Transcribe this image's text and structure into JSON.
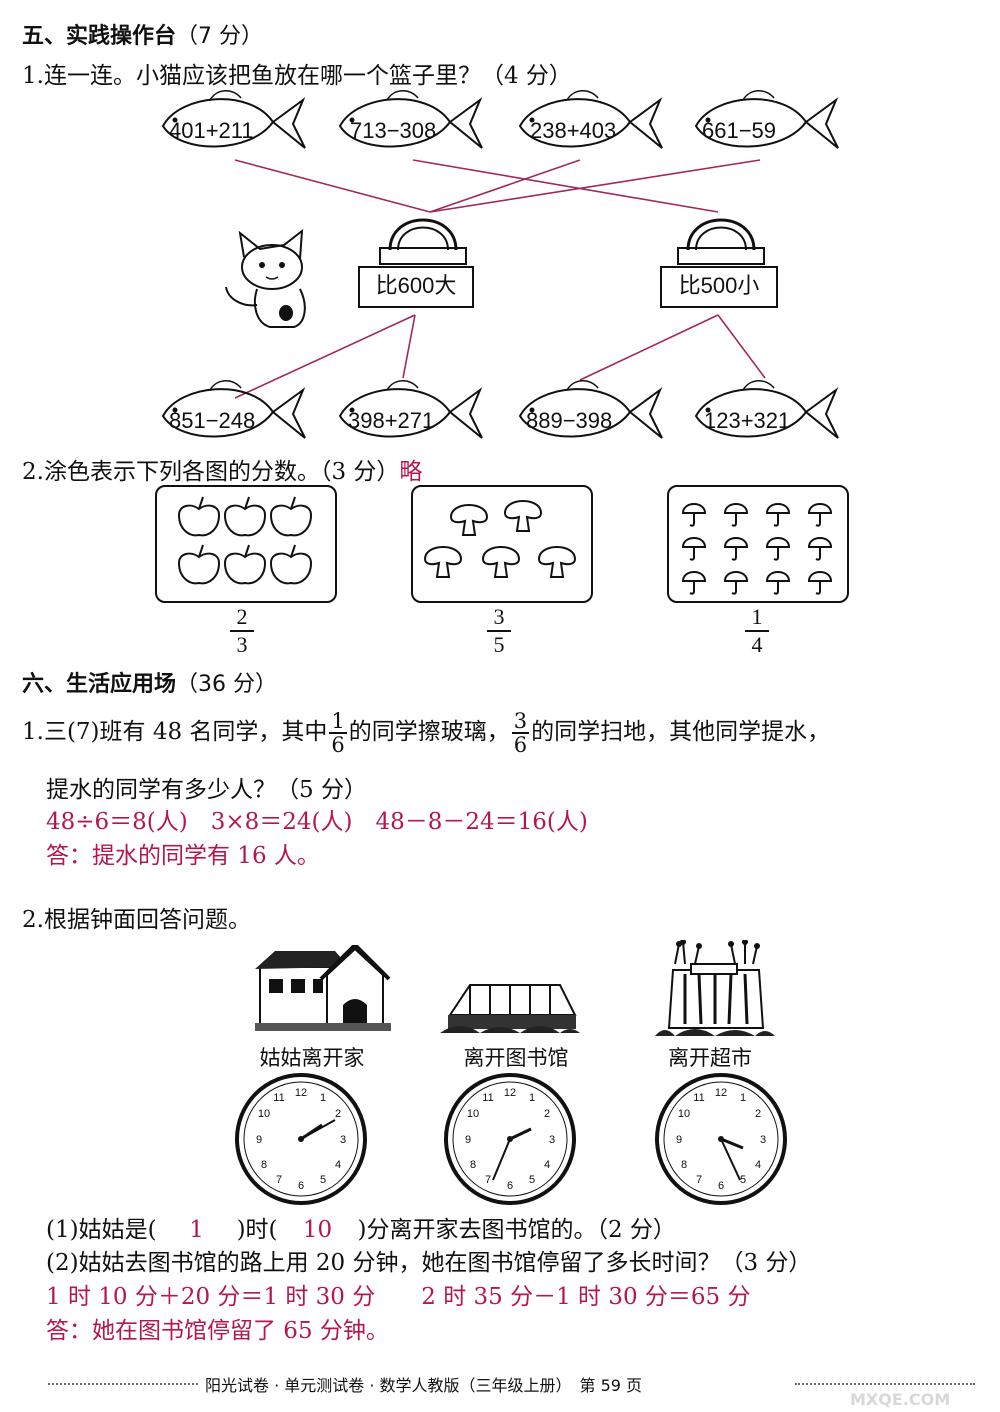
{
  "section5": {
    "title": "五、实践操作台",
    "score": "（7 分）",
    "q1": {
      "text": "1.连一连。小猫应该把鱼放在哪一个篮子里？（4 分）",
      "top_fish": [
        "401+211",
        "713−308",
        "238+403",
        "661−59"
      ],
      "bottom_fish": [
        "851−248",
        "398+271",
        "889−398",
        "123+321"
      ],
      "baskets": [
        "比600大",
        "比500小"
      ]
    },
    "q2": {
      "text": "2.涂色表示下列各图的分数。（3 分）",
      "answer": "略",
      "fractions": [
        {
          "num": "2",
          "den": "3"
        },
        {
          "num": "3",
          "den": "5"
        },
        {
          "num": "1",
          "den": "4"
        }
      ]
    }
  },
  "section6": {
    "title": "六、生活应用场",
    "score": "（36 分）",
    "q1": {
      "part1": "1.三(7)班有 48 名同学，其中",
      "frac1": {
        "num": "1",
        "den": "6"
      },
      "part2": "的同学擦玻璃，",
      "frac2": {
        "num": "3",
        "den": "6"
      },
      "part3": "的同学扫地，其他同学提水，",
      "line2": "提水的同学有多少人？（5 分）",
      "calc": "48÷6＝8(人)　3×8＝24(人)　48－8－24＝16(人)",
      "answer": "答：提水的同学有 16 人。"
    },
    "q2": {
      "text": "2.根据钟面回答问题。",
      "captions": [
        "姑姑离开家",
        "离开图书馆",
        "离开超市"
      ],
      "sub1_a": "(1)姑姑是(",
      "sub1_blank1": "1",
      "sub1_b": ")时(",
      "sub1_blank2": "10",
      "sub1_c": ")分离开家去图书馆的。（2 分）",
      "sub2": "(2)姑姑去图书馆的路上用 20 分钟，她在图书馆停留了多长时间？（3 分）",
      "calc": "1 时 10 分＋20 分＝1 时 30 分　　2 时 35 分－1 时 30 分＝65 分",
      "answer": "答：她在图书馆停留了 65 分钟。"
    }
  },
  "footer": {
    "text": "阳光试卷 · 单元测试卷 · 数学人教版（三年级上册）　第 59 页"
  },
  "watermark": "MXQE.COM"
}
